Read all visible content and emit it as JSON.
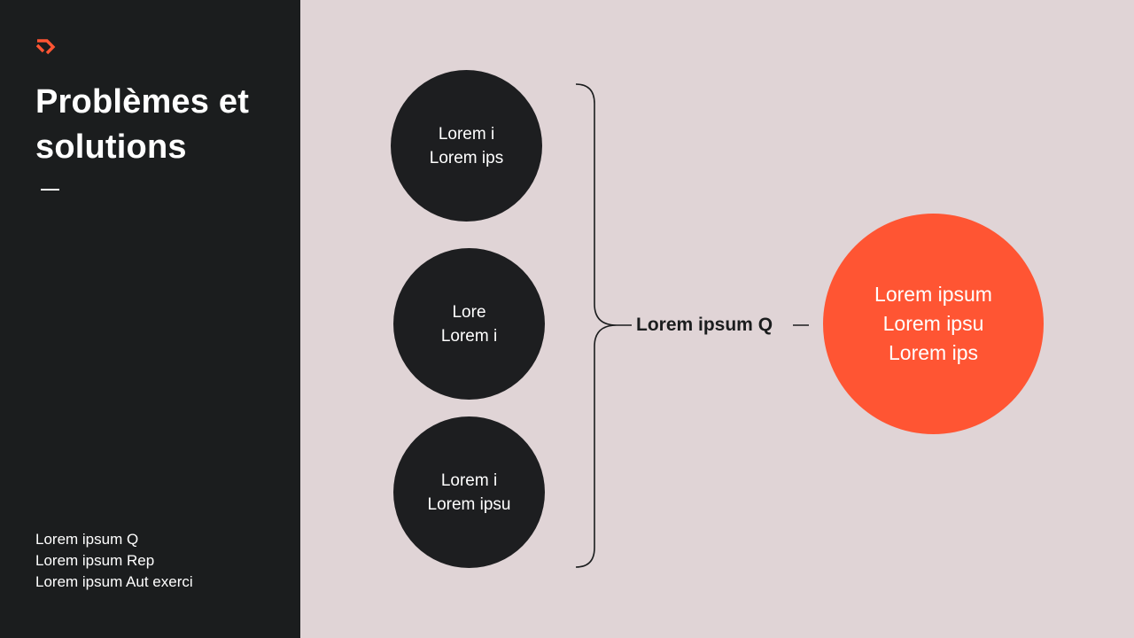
{
  "sidebar": {
    "title_line1": "Problèmes et",
    "title_line2": "solutions",
    "notes": [
      "Lorem ipsum Q",
      "Lorem ipsum Rep",
      "Lorem ipsum Aut exerci"
    ]
  },
  "diagram": {
    "inputs": [
      {
        "line1": "Lorem i",
        "line2": "Lorem ips"
      },
      {
        "line1": "Lore",
        "line2": "Lorem i"
      },
      {
        "line1": "Lorem i",
        "line2": "Lorem ipsu"
      }
    ],
    "connector_label": "Lorem ipsum Q",
    "result": {
      "line1": "Lorem ipsum",
      "line2": "Lorem ipsu",
      "line3": "Lorem ips"
    }
  },
  "colors": {
    "background": "#e0d4d6",
    "sidebar": "#1b1d1e",
    "dark_circle": "#1d1e20",
    "accent": "#ff5533"
  },
  "icons": {
    "logo": "brand-logo-icon"
  }
}
